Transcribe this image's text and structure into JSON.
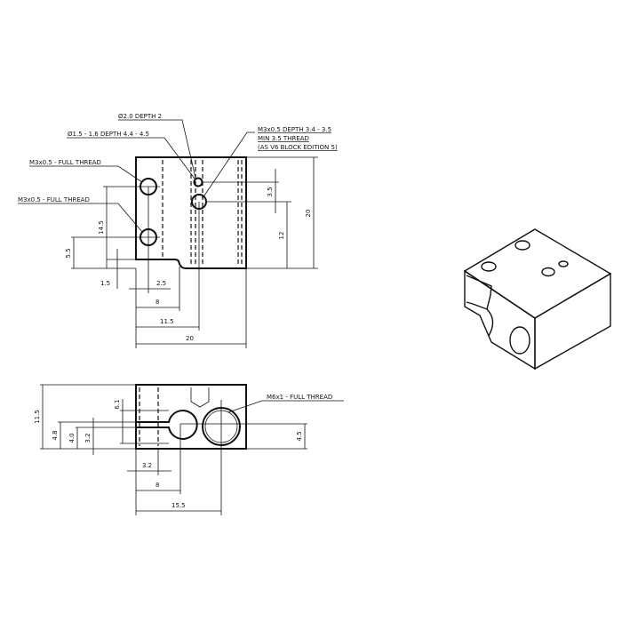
{
  "front_view": {
    "callouts": {
      "hole_2_0": "Ø2.0 DEPTH 2",
      "hole_1_5": "Ø1.5 - 1.6 DEPTH 4.4 - 4.5",
      "m3_top_1": "M3x0.5 DEPTH 3.4 - 3.5",
      "m3_top_2": "MIN 3.5 THREAD",
      "m3_top_3": "(AS V6 BLOCK EDITION 5)",
      "m3_side_a": "M3x0.5 - FULL THREAD",
      "m3_side_b": "M3x0.5 - FULL THREAD"
    },
    "dimensions": {
      "height_20": "20",
      "d12": "12",
      "d3_5": "3.5",
      "d14_5": "14.5",
      "d5_5": "5.5",
      "d1_5": "1.5",
      "d2_5": "2.5",
      "d8": "8",
      "d11_5": "11.5",
      "width_20": "20"
    }
  },
  "bottom_view": {
    "callouts": {
      "m6": "M6x1 - FULL THREAD"
    },
    "dimensions": {
      "d11_5": "11.5",
      "d4_8": "4.8",
      "d4_0": "4.0",
      "d3_2v": "3.2",
      "d6_1": "6.1",
      "d4_5": "4.5",
      "d3_2h": "3.2",
      "d8": "8",
      "d15_5": "15.5"
    }
  }
}
